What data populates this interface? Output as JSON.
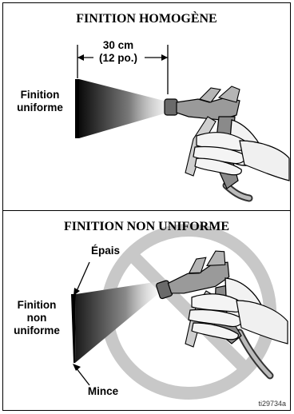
{
  "panel_top": {
    "title": "FINITION HOMOGÈNE",
    "distance_label": "30 cm",
    "distance_label_alt": "(12 po.)",
    "finish_label_line1": "Finition",
    "finish_label_line2": "uniforme"
  },
  "panel_bottom": {
    "title": "FINITION NON UNIFORME",
    "thick_label": "Épais",
    "thin_label": "Mince",
    "finish_label_line1": "Finition",
    "finish_label_line2": "non",
    "finish_label_line3": "uniforme"
  },
  "figure_code": "ti29734a",
  "colors": {
    "prohibition": "#c8c8c8",
    "ink": "#000000",
    "gun": "#9a9a9a",
    "hand": "#f2f2f2"
  }
}
